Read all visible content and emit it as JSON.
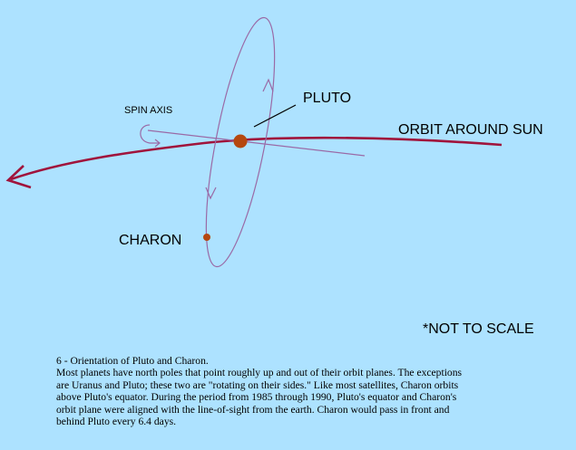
{
  "diagram": {
    "labels": {
      "pluto": "PLUTO",
      "charon": "CHARON",
      "spin_axis": "SPIN AXIS",
      "orbit": "ORBIT AROUND SUN",
      "scale_note": "*NOT TO SCALE"
    },
    "colors": {
      "background": "#ade2ff",
      "orbit_line": "#a0143c",
      "charon_orbit": "#9a6aa6",
      "pluto_body": "#b5470f",
      "charon_body": "#b5470f"
    }
  },
  "caption": {
    "title": "6 - Orientation of Pluto and Charon.",
    "lines": [
      "Most planets have north poles that point roughly up and out of their orbit planes.  The exceptions",
      "are Uranus and Pluto;  these two are \"rotating on their sides.\"  Like most satellites, Charon orbits",
      "above Pluto's equator.  During the period from 1985 through 1990, Pluto's equator and Charon's",
      "orbit plane were aligned with the line-of-sight from the earth.  Charon would pass in front and",
      "behind Pluto every 6.4 days."
    ]
  }
}
